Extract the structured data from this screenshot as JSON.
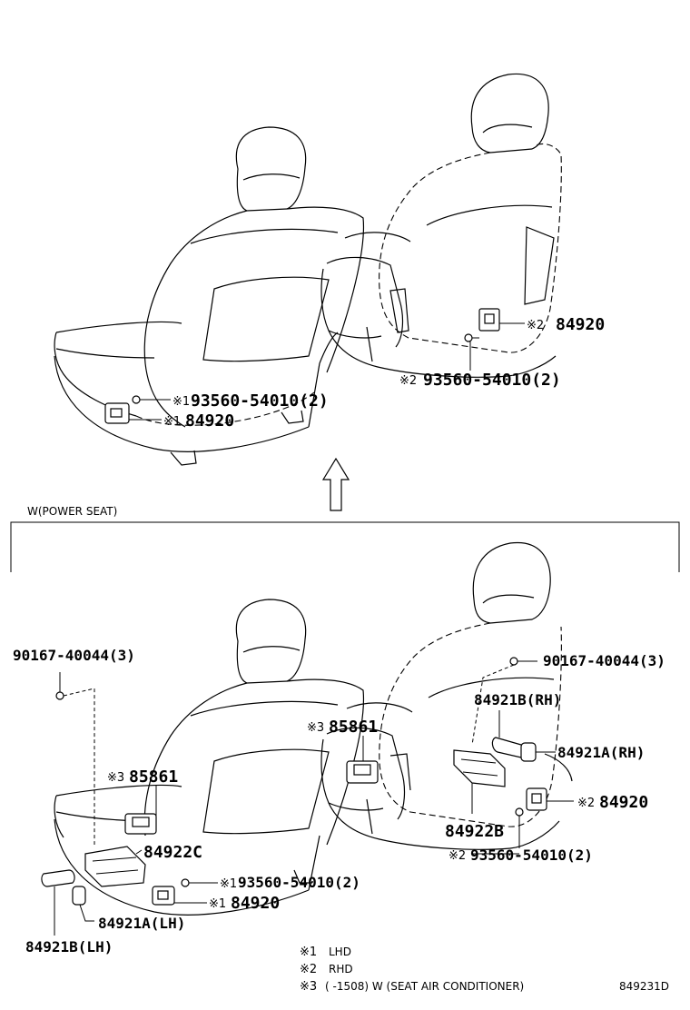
{
  "upper": {
    "left_seat": {
      "screw": {
        "mark": "※1",
        "part": "93560-54010(2)"
      },
      "switch": {
        "mark": "※1",
        "part": "84920"
      }
    },
    "right_seat": {
      "switch": {
        "mark": "※2",
        "part": "84920"
      },
      "screw": {
        "mark": "※2",
        "part": "93560-54010(2)"
      }
    }
  },
  "section_title": "W(POWER SEAT)",
  "lower": {
    "left": {
      "screw_top": {
        "part": "90167-40044(3)"
      },
      "connector": {
        "mark": "※3",
        "part": "85861"
      },
      "bracket": {
        "part": "84922C"
      },
      "screw": {
        "mark": "※1",
        "part": "93560-54010(2)"
      },
      "switch": {
        "mark": "※1",
        "part": "84920"
      },
      "knob_a": {
        "part": "84921A(LH)"
      },
      "knob_b": {
        "part": "84921B(LH)"
      }
    },
    "right": {
      "screw_top": {
        "part": "90167-40044(3)"
      },
      "knob_b": {
        "part": "84921B(RH)"
      },
      "connector": {
        "mark": "※3",
        "part": "85861"
      },
      "knob_a": {
        "part": "84921A(RH)"
      },
      "switch": {
        "mark": "※2",
        "part": "84920"
      },
      "bracket": {
        "part": "84922B"
      },
      "screw": {
        "mark": "※2",
        "part": "93560-54010(2)"
      }
    }
  },
  "legend": [
    {
      "mark": "※1",
      "text": "LHD"
    },
    {
      "mark": "※2",
      "text": "RHD"
    },
    {
      "mark": "※3",
      "text": "(        -1508) W (SEAT AIR CONDITIONER)"
    }
  ],
  "figure_id": "849231D"
}
